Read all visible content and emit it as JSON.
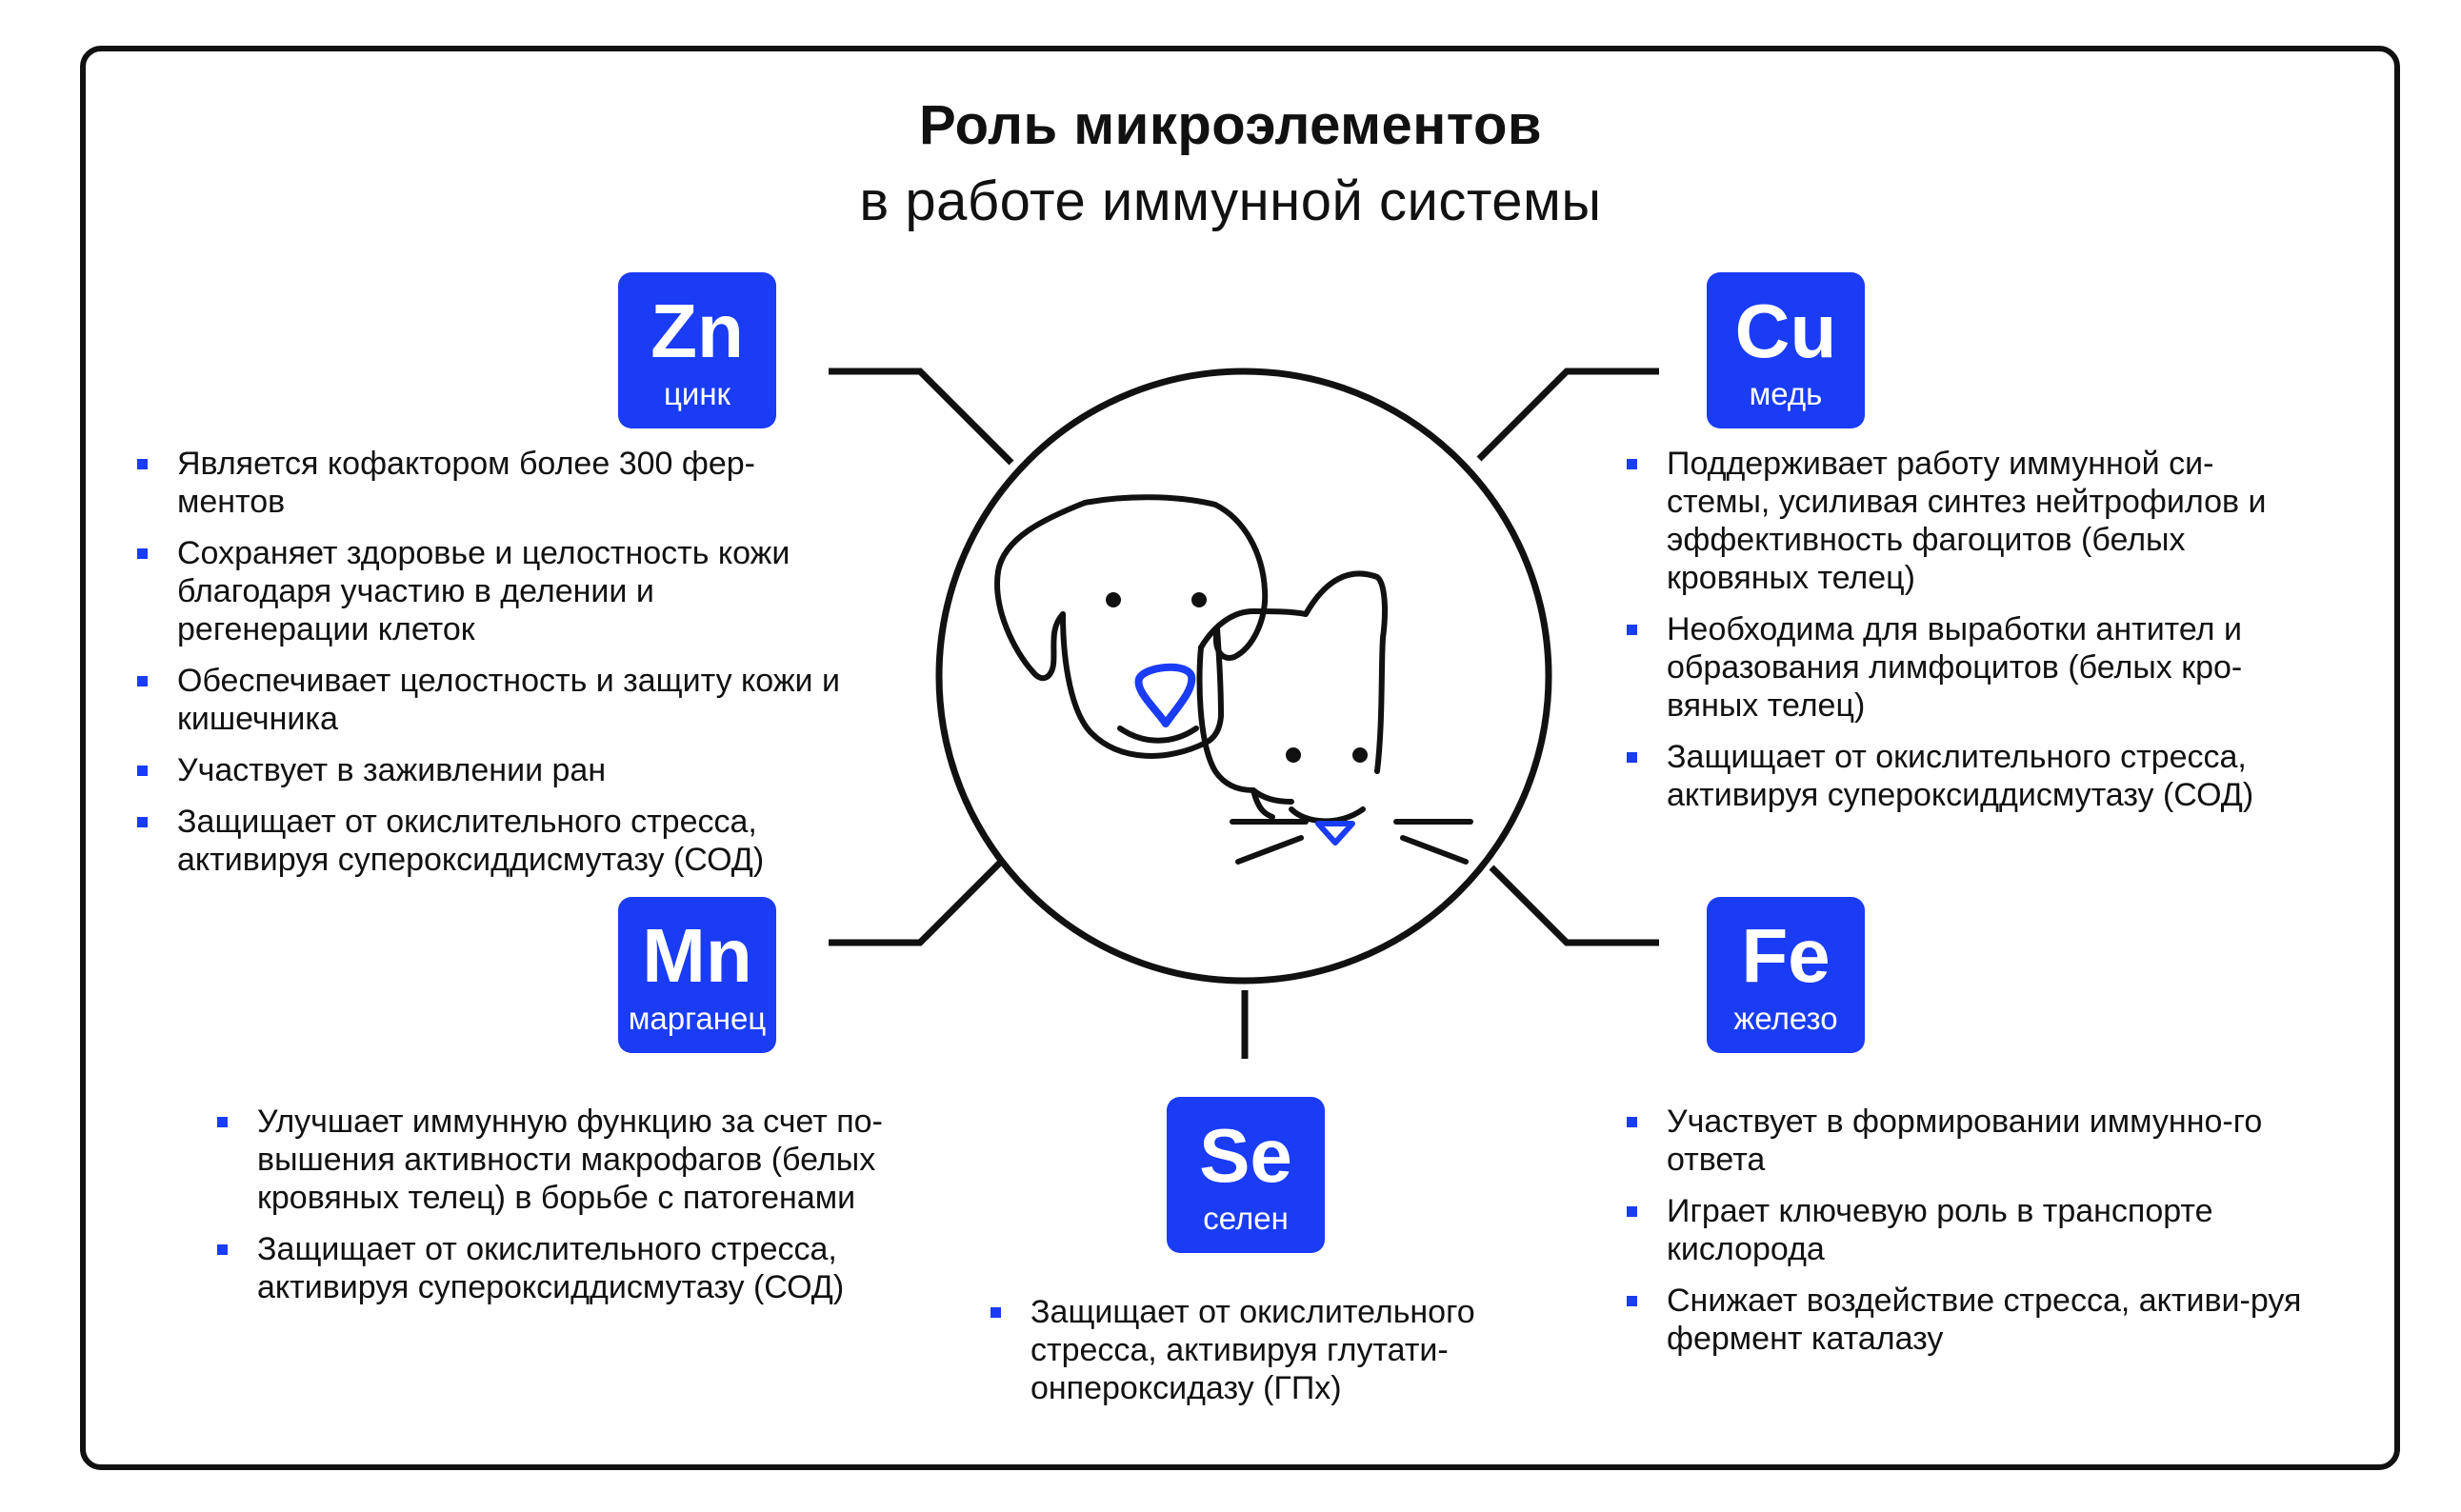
{
  "title": {
    "main": "Роль микроэлементов",
    "sub": "в работе иммунной системы"
  },
  "colors": {
    "accent": "#1a3cf5",
    "line": "#111111",
    "background": "#ffffff"
  },
  "center_icon": "dog-and-cat-icon",
  "elements": {
    "zn": {
      "symbol": "Zn",
      "name": "цинк",
      "points": [
        "Является кофактором более 300 фер-ментов",
        "Сохраняет здоровье и целостность кожи благодаря участию в делении и регенерации клеток",
        "Обеспечивает целостность и защиту кожи и кишечника",
        "Участвует в заживлении ран",
        "Защищает от окислительного стресса, активируя супероксиддисмутазу (СОД)"
      ]
    },
    "cu": {
      "symbol": "Cu",
      "name": "медь",
      "points": [
        "Поддерживает работу иммунной си-стемы, усиливая синтез нейтрофилов и эффективность фагоцитов (белых кровяных телец)",
        "Необходима для выработки антител и образования лимфоцитов (белых кро-вяных телец)",
        "Защищает от окислительного стресса, активируя супероксиддисмутазу (СОД)"
      ]
    },
    "mn": {
      "symbol": "Mn",
      "name": "марганец",
      "points": [
        "Улучшает иммунную функцию за счет по-вышения активности макрофагов (белых кровяных телец) в борьбе с патогенами",
        "Защищает от окислительного стресса, активируя супероксиддисмутазу (СОД)"
      ]
    },
    "se": {
      "symbol": "Se",
      "name": "селен",
      "points": [
        "Защищает от окислительного стресса, активируя глутати-онпероксидазу (ГПх)"
      ]
    },
    "fe": {
      "symbol": "Fe",
      "name": "железо",
      "points": [
        "Участвует в формировании иммунно-го ответа",
        "Играет ключевую роль в транспорте кислорода",
        "Снижает воздействие стресса, активи-руя фермент каталазу"
      ]
    }
  }
}
